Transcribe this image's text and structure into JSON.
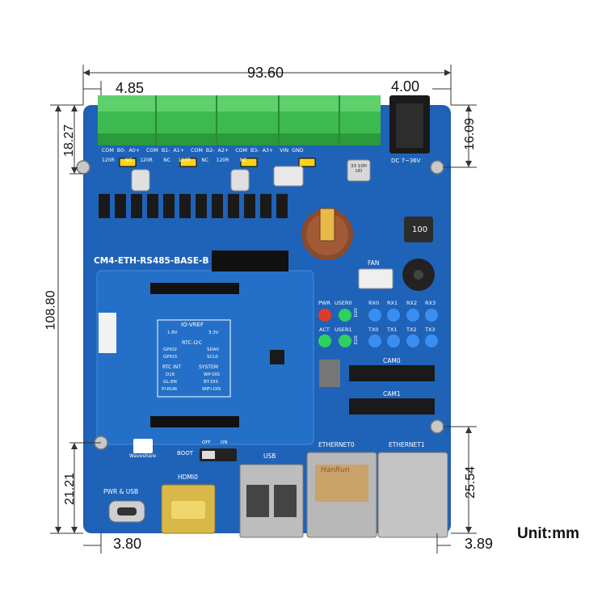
{
  "dimensions": {
    "width_total": "93.60",
    "terminal_offset": "4.85",
    "dc_jack": "4.00",
    "top_hole_left": "18.27",
    "top_hole_right": "16.09",
    "height_total": "108.80",
    "bottom_left": "21.21",
    "bottom_right": "25.54",
    "bottom_offset_left": "3.80",
    "bottom_offset_right": "3.89"
  },
  "unit_label": "Unit:mm",
  "board": {
    "model": "CM4-ETH-RS485-BASE-B",
    "brand": "Waveshare",
    "terminal_labels": [
      "COM",
      "B0-",
      "A0+",
      "COM",
      "B1-",
      "A1+",
      "COM",
      "B2-",
      "A2+",
      "COM",
      "B3-",
      "A3+",
      "VIN",
      "GND"
    ],
    "resistor_labels": [
      "120R",
      "NC",
      "120R",
      "NC",
      "120R",
      "NC",
      "120R",
      "NC"
    ],
    "dc_label": "DC 7~36V",
    "fan_label": "FAN",
    "leds_top": [
      "PWR",
      "USER0",
      "RX0",
      "RX1",
      "RX2",
      "RX3"
    ],
    "leds_bottom": [
      "ACT",
      "USER1",
      "TX0",
      "TX1",
      "TX2",
      "TX3"
    ],
    "d20": "D20",
    "d26": "D26",
    "cam0": "CAM0",
    "cam1": "CAM1",
    "io_vref": "IO-VREF",
    "v18": "1.8V",
    "v33": "3.3V",
    "rtc_i2c": "RTC-I2C",
    "gpio2": "GPIO2",
    "sda0": "SDA0",
    "gpio3": "GPIO3",
    "scl0": "SCL0",
    "rtc_int": "RTC INT",
    "system": "SYSTEM",
    "d16": "D16",
    "gl_en": "GL-EN",
    "pi_run": "PI-RUN",
    "wp_dis": "WP-DIS",
    "bt_dis": "BT-DIS",
    "wifi_dis": "WIFI-DIS",
    "boot": "BOOT",
    "off": "OFF",
    "on": "ON",
    "usb": "USB",
    "eth0": "ETHERNET0",
    "eth1": "ETHERNET1",
    "hdmi0": "HDMI0",
    "pwr_usb": "PWR & USB",
    "inductor": "100",
    "capacitor": "33 10H UD",
    "hanrun": "HanRun"
  }
}
